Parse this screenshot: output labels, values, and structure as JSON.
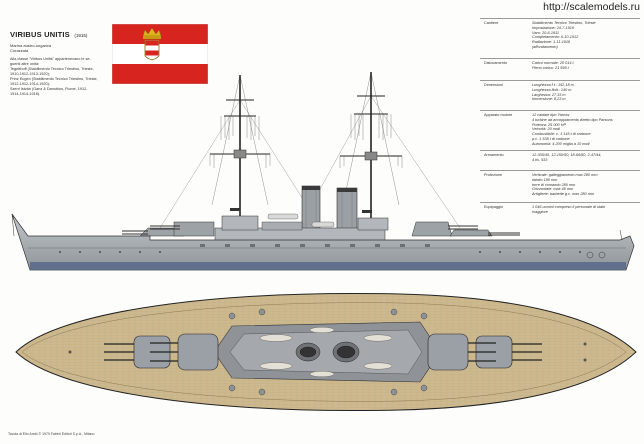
{
  "header": {
    "source_url": "http://scalemodels.ru"
  },
  "ship": {
    "name": "VIRIBUS UNITIS",
    "year": "(1915)",
    "navy": "Marina austro-ungarica",
    "type": "Corazzata",
    "description": [
      "Alla classe \"Viribus Unitis\" appartenevano le se-",
      "guenti altre unità:",
      "Tegetthoff (Stabilimento Tecnico Triestino, Trieste,",
      "1910-1912-1913-1920);",
      "Prinz Eugen (Stabilimento Tecnico Triestino, Trieste,",
      "1912-1912-1914-1920);",
      "Szent István (Ganz & Danubius, Fiume, 1912-",
      "1914-1914-1918)."
    ]
  },
  "specs": [
    {
      "label": "Cantiere",
      "lines": [
        "Stabilimento Tecnico Triestino, Trieste",
        "Impostazione: 24-7-1910",
        "Varo: 20-6-1911",
        "Completamento: 6-10-1912",
        "Radiazione: 1-11-1918",
        "(affondamento)"
      ]
    },
    {
      "label": "Dislocamento",
      "lines": [
        "Carico normale: 20 014 t",
        "Pieno carico: 21 595 t"
      ]
    },
    {
      "label": "Dimensioni",
      "lines": [
        "Lunghezza f.t.: 152,18 m",
        "Lunghezza flott.: 140 m",
        "Larghezza: 27,33 m",
        "Immersione: 8,23 m"
      ]
    },
    {
      "label": "Apparato motore",
      "lines": [
        "12 caldaie tipo Yarrow",
        "4 turbine ad accoppiamento diretto tipo Parsons",
        "Potenza: 25 000 HP",
        "Velocità: 20 nodi",
        "Combustibile: c. 1 145 t di carbone",
        "p.c. 1 538 t di carbone",
        "Autonomia: 4 200 miglia a 10 nodi"
      ]
    },
    {
      "label": "Armamento",
      "lines": [
        "12-305/45, 12-150/50, 18-66/50, 2-47/44,",
        "4 tls. 533"
      ]
    },
    {
      "label": "Protezione",
      "lines": [
        "Verticale: galleggiamento max 280 mm",
        "ridotto 180 mm",
        "torre di comando 280 mm",
        "Orizzontale: max 48 mm",
        "Artiglierie: barbette g.c. max 280 mm"
      ]
    },
    {
      "label": "Equipaggio",
      "lines": [
        "1 046 uomini compreso il personale di stato",
        "maggiore"
      ]
    }
  ],
  "credit": "Tavola di Elio Andò © 1979 Fabbri Editori S.p.A., Milano",
  "colors": {
    "flag_red": "#d8241e",
    "hull_gray": "#a4a9ad",
    "deck_wood": "#c8b48c",
    "waterline": "#5b6c8a",
    "ink": "#1c1c1c"
  }
}
